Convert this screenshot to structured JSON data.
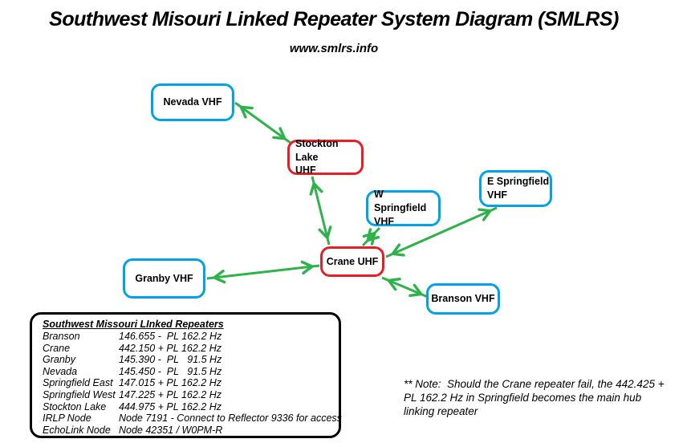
{
  "title": "Southwest Misouri Linked Repeater System Diagram (SMLRS)",
  "subtitle": "www.smlrs.info",
  "colors": {
    "node_border_blue": "#00A3E8",
    "node_border_red": "#E81E26",
    "link_green": "#2DB34A",
    "legend_border": "#000000"
  },
  "nodes": [
    {
      "id": "nevada",
      "label": "Nevada VHF",
      "border_color": "#00A3E8"
    },
    {
      "id": "stockton-lake",
      "label": "Stockton Lake\nUHF",
      "border_color": "#E81E26"
    },
    {
      "id": "w-springfield",
      "label": "W Springfield\nVHF",
      "border_color": "#00A3E8"
    },
    {
      "id": "e-springfield",
      "label": "E Springfield\nVHF",
      "border_color": "#00A3E8"
    },
    {
      "id": "crane",
      "label": "Crane UHF",
      "border_color": "#E81E26"
    },
    {
      "id": "granby",
      "label": "Granby VHF",
      "border_color": "#00A3E8"
    },
    {
      "id": "branson",
      "label": "Branson VHF",
      "border_color": "#00A3E8"
    }
  ],
  "links": [
    {
      "from": "nevada",
      "to": "stockton-lake",
      "bidirectional": true
    },
    {
      "from": "stockton-lake",
      "to": "crane",
      "bidirectional": true
    },
    {
      "from": "crane",
      "to": "w-springfield",
      "bidirectional": true
    },
    {
      "from": "crane",
      "to": "e-springfield",
      "bidirectional": true
    },
    {
      "from": "granby",
      "to": "crane",
      "bidirectional": true
    },
    {
      "from": "crane",
      "to": "branson",
      "bidirectional": true
    }
  ],
  "legend": {
    "heading": "Southwest Missouri LInked Repeaters",
    "rows": [
      {
        "name": "Branson",
        "value": "146.655 -  PL 162.2 Hz"
      },
      {
        "name": "Crane",
        "value": "442.150 + PL 162.2 Hz"
      },
      {
        "name": "Granby",
        "value": "145.390 -  PL   91.5 Hz"
      },
      {
        "name": "Nevada",
        "value": "145.450 -  PL   91.5 Hz"
      },
      {
        "name": "Springfield East",
        "value": "147.015 + PL 162.2 Hz"
      },
      {
        "name": "Springfield West",
        "value": "147.225 + PL 162.2 Hz"
      },
      {
        "name": "Stockton Lake",
        "value": "444.975 + PL 162.2 Hz"
      },
      {
        "name": "IRLP Node",
        "value": "Node 7191 - Connect to Reflector 9336 for access"
      },
      {
        "name": "EchoLink Node",
        "value": "Node 42351 / W0PM-R"
      }
    ]
  },
  "note": "** Note:  Should the Crane repeater fail, the 442.425 +\nPL 162.2 Hz in Springfield becomes the main hub\nlinking repeater"
}
